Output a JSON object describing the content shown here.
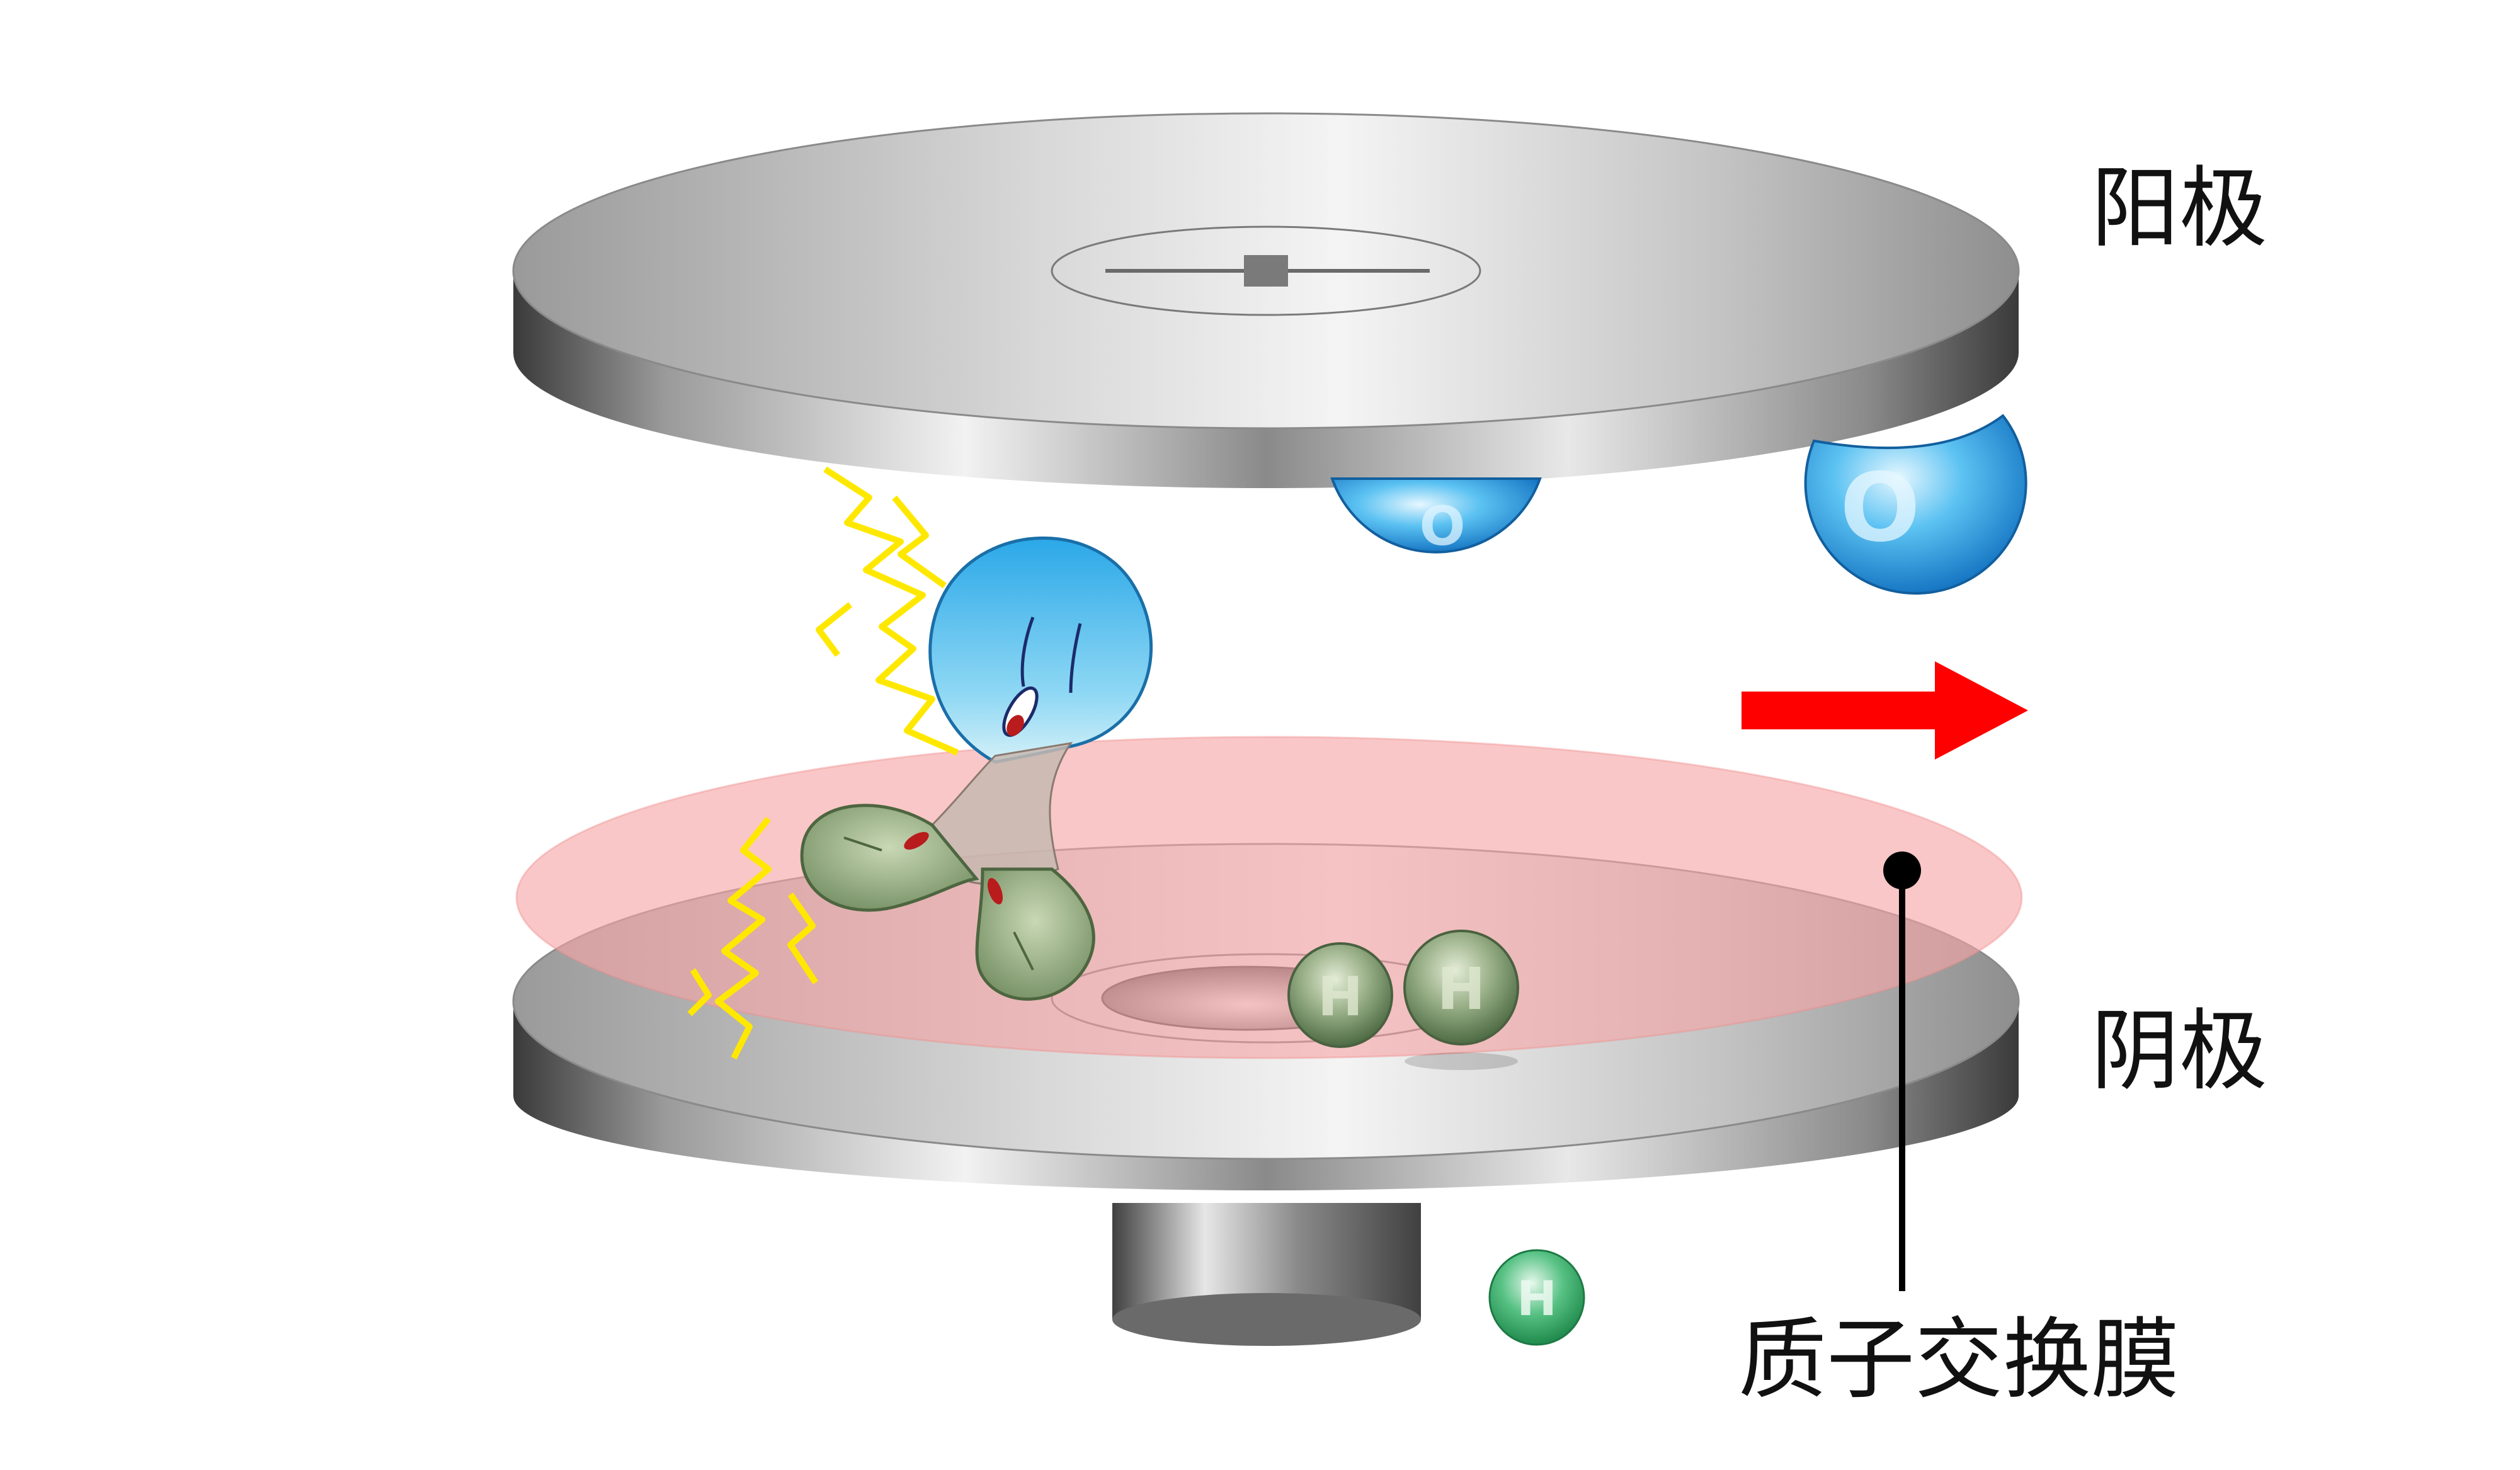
{
  "labels": {
    "anode": "阳极",
    "cathode": "阴极",
    "membrane": "质子交换膜"
  },
  "atoms": {
    "oxygen_symbol": "O",
    "hydrogen_symbol": "H"
  },
  "colors": {
    "plate": "#b9b9b9",
    "membrane": "#f8b4b4",
    "oxygen": "#2aa6e8",
    "hydrogen_dark": "#7f9b6e",
    "hydrogen_light": "#3fae6e",
    "arrow": "#ff0000",
    "spark": "#ffe800"
  },
  "icons": [
    "lightning-bolt-icon",
    "arrow-right-icon",
    "water-molecule-icon"
  ]
}
